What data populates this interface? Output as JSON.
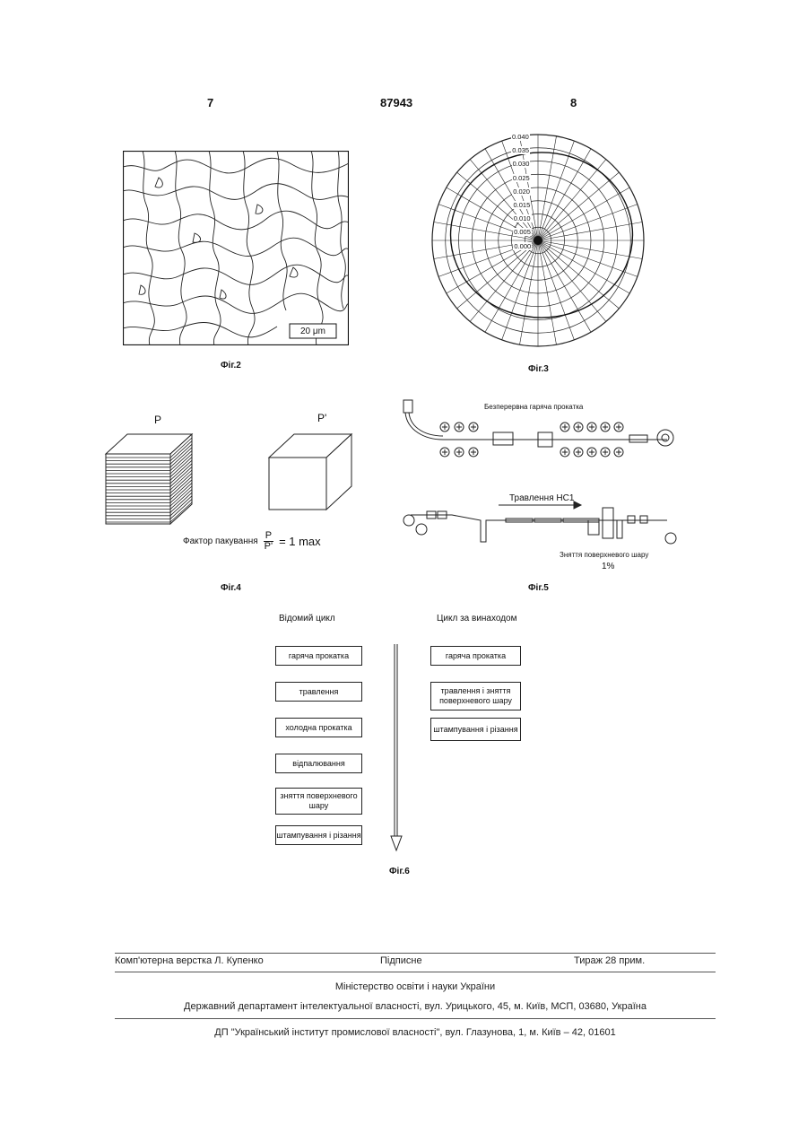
{
  "header": {
    "left_page": "7",
    "patent_number": "87943",
    "right_page": "8"
  },
  "fig2": {
    "scale_label": "20 μm",
    "caption": "Фіг.2"
  },
  "fig3": {
    "caption": "Фіг.3",
    "radial_labels": [
      "0.040",
      "0.035",
      "0.030",
      "0.025",
      "0.020",
      "0.015",
      "0.010",
      "0.005",
      "0.000"
    ]
  },
  "fig4": {
    "caption": "Фіг.4",
    "label_left": "P",
    "label_right": "P'",
    "formula_prefix": "Фактор пакування",
    "fraction_num": "P",
    "fraction_den": "P'",
    "formula_suffix": "= 1 max"
  },
  "fig5": {
    "caption": "Фіг.5",
    "title_top": "Безперервна гаряча прокатка",
    "arrow_label": "Травлення HC1",
    "skin_pass_label": "Зняття поверхневого шару",
    "skin_pass_value": "1%"
  },
  "fig6": {
    "caption": "Фіг.6",
    "known_title": "Відомий цикл",
    "invention_title": "Цикл за винаходом",
    "known_steps": [
      "гаряча прокатка",
      "травлення",
      "холодна прокатка",
      "відпалювання",
      "зняття поверхневого шару",
      "штампування і різання"
    ],
    "invention_steps": [
      "гаряча прокатка",
      "травлення і зняття поверхневого шару",
      "штампування і різання"
    ]
  },
  "footer": {
    "typesetting": "Комп'ютерна верстка Л. Купенко",
    "signed": "Підписне",
    "circulation": "Тираж 28 прим.",
    "ministry": "Міністерство освіти і науки України",
    "department": "Державний департамент інтелектуальної власності, вул. Урицького, 45, м. Київ, МСП, 03680, Україна",
    "institute": "ДП \"Український інститут промислової власності\", вул. Глазунова, 1, м. Київ – 42, 01601"
  }
}
